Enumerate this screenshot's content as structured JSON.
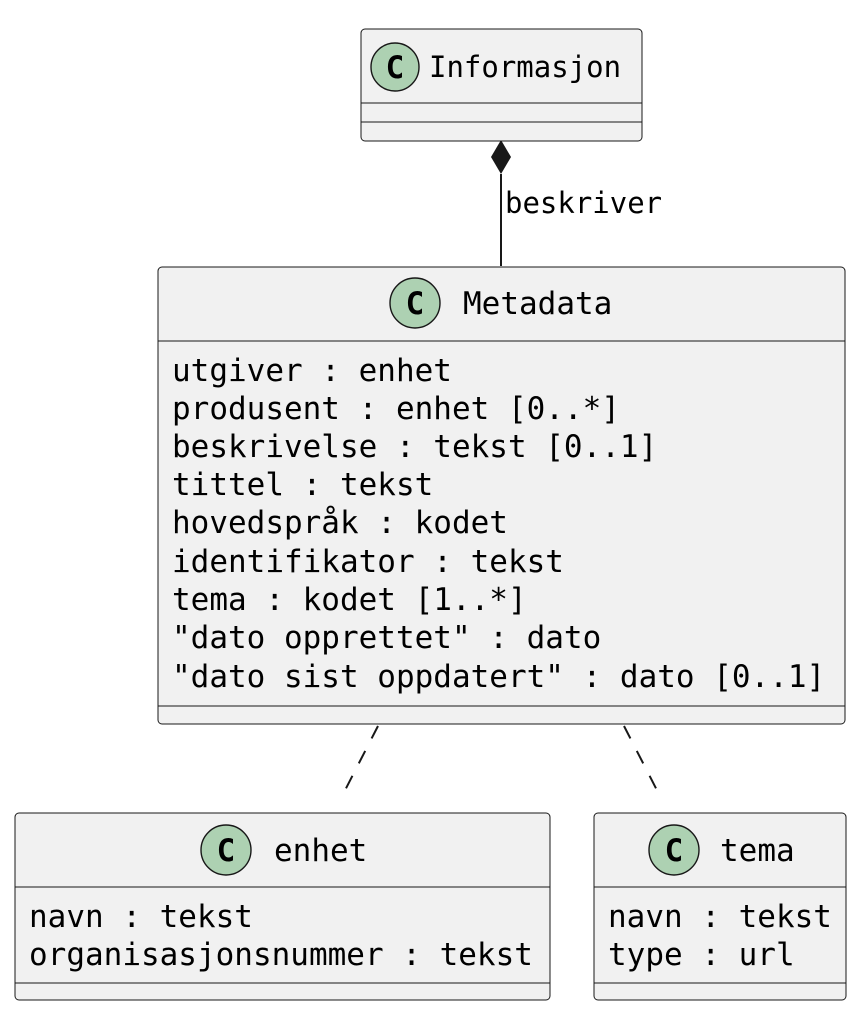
{
  "classes": {
    "informasjon": {
      "stereotype_letter": "C",
      "name": "Informasjon",
      "attributes": []
    },
    "metadata": {
      "stereotype_letter": "C",
      "name": "Metadata",
      "attributes": [
        "utgiver : enhet",
        "produsent : enhet [0..*]",
        "beskrivelse : tekst [0..1]",
        "tittel : tekst",
        "hovedspråk : kodet",
        "identifikator : tekst",
        "tema : kodet [1..*]",
        "\"dato opprettet\" : dato",
        "\"dato sist oppdatert\" : dato [0..1]"
      ]
    },
    "enhet": {
      "stereotype_letter": "C",
      "name": "enhet",
      "attributes": [
        "navn : tekst",
        "organisasjonsnummer : tekst"
      ]
    },
    "tema": {
      "stereotype_letter": "C",
      "name": "tema",
      "attributes": [
        "navn : tekst",
        "type : url"
      ]
    }
  },
  "relations": {
    "composition": {
      "from": "Informasjon",
      "to": "Metadata",
      "label": "beskriver",
      "style": "composition"
    },
    "dep_enhet": {
      "from": "Metadata",
      "to": "enhet",
      "label": "",
      "style": "dashed"
    },
    "dep_tema": {
      "from": "Metadata",
      "to": "tema",
      "label": "",
      "style": "dashed"
    }
  },
  "colors": {
    "class_fill": "#f1f1f1",
    "class_stroke": "#181818",
    "spot_fill": "#add1b2"
  }
}
